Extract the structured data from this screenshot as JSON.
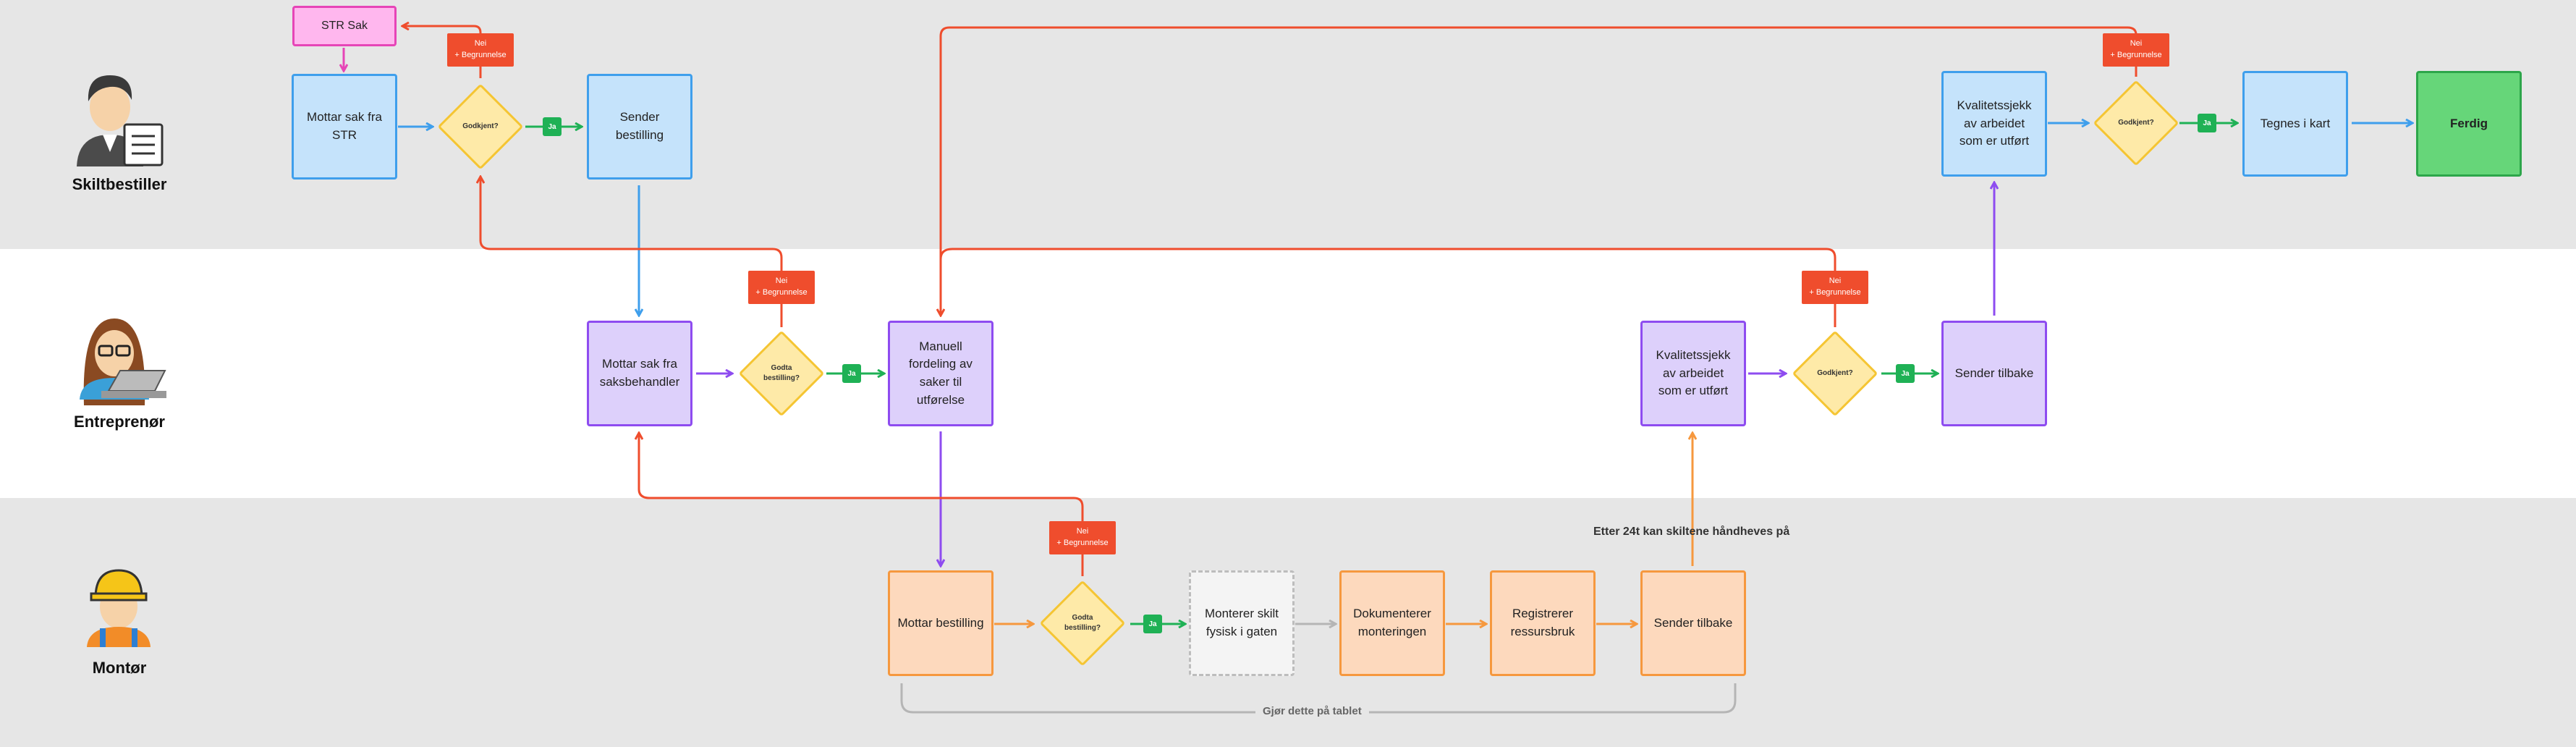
{
  "lanes": {
    "top": {
      "actor": "Skiltbestiller"
    },
    "mid": {
      "actor": "Entreprenør"
    },
    "bot": {
      "actor": "Montør"
    }
  },
  "nodes": {
    "str_sak": "STR Sak",
    "mottar_sak_str": "Mottar sak fra STR",
    "sender_bestilling": "Sender bestilling",
    "kvalitet_top": "Kvalitetssjekk av arbeidet som er utført",
    "tegnes_kart": "Tegnes i kart",
    "ferdig": "Ferdig",
    "mottar_sak_saksbehandler": "Mottar sak fra saksbehandler",
    "manuell_fordeling": "Manuell fordeling av saker til utførelse",
    "kvalitet_mid": "Kvalitetssjekk av arbeidet som er utført",
    "sender_tilbake_mid": "Sender tilbake",
    "mottar_bestilling": "Mottar bestilling",
    "monterer_skilt": "Monterer skilt fysisk i gaten",
    "dokumenterer": "Dokumenterer monteringen",
    "registrerer": "Registrerer ressursbruk",
    "sender_tilbake_bot": "Sender tilbake"
  },
  "decisions": {
    "godkjent_1": "Godkjent?",
    "godta_mid": "Godta bestilling?",
    "godkjent_mid": "Godkjent?",
    "godkjent_top2": "Godkjent?",
    "godta_bot": "Godta bestilling?"
  },
  "tags": {
    "nei_line1": "Nei",
    "nei_line2": "+ Begrunnelse",
    "ja": "Ja"
  },
  "notes": {
    "handheves": "Etter 24t kan skiltene håndheves på",
    "tablet": "Gjør dette på tablet"
  },
  "colors": {
    "blue": "#3f9fec",
    "purple": "#8e4cf0",
    "orange": "#f6983e",
    "green": "#1fb155",
    "red": "#ef4d2d",
    "gray": "#b5b5b5",
    "pink": "#e645b7"
  }
}
